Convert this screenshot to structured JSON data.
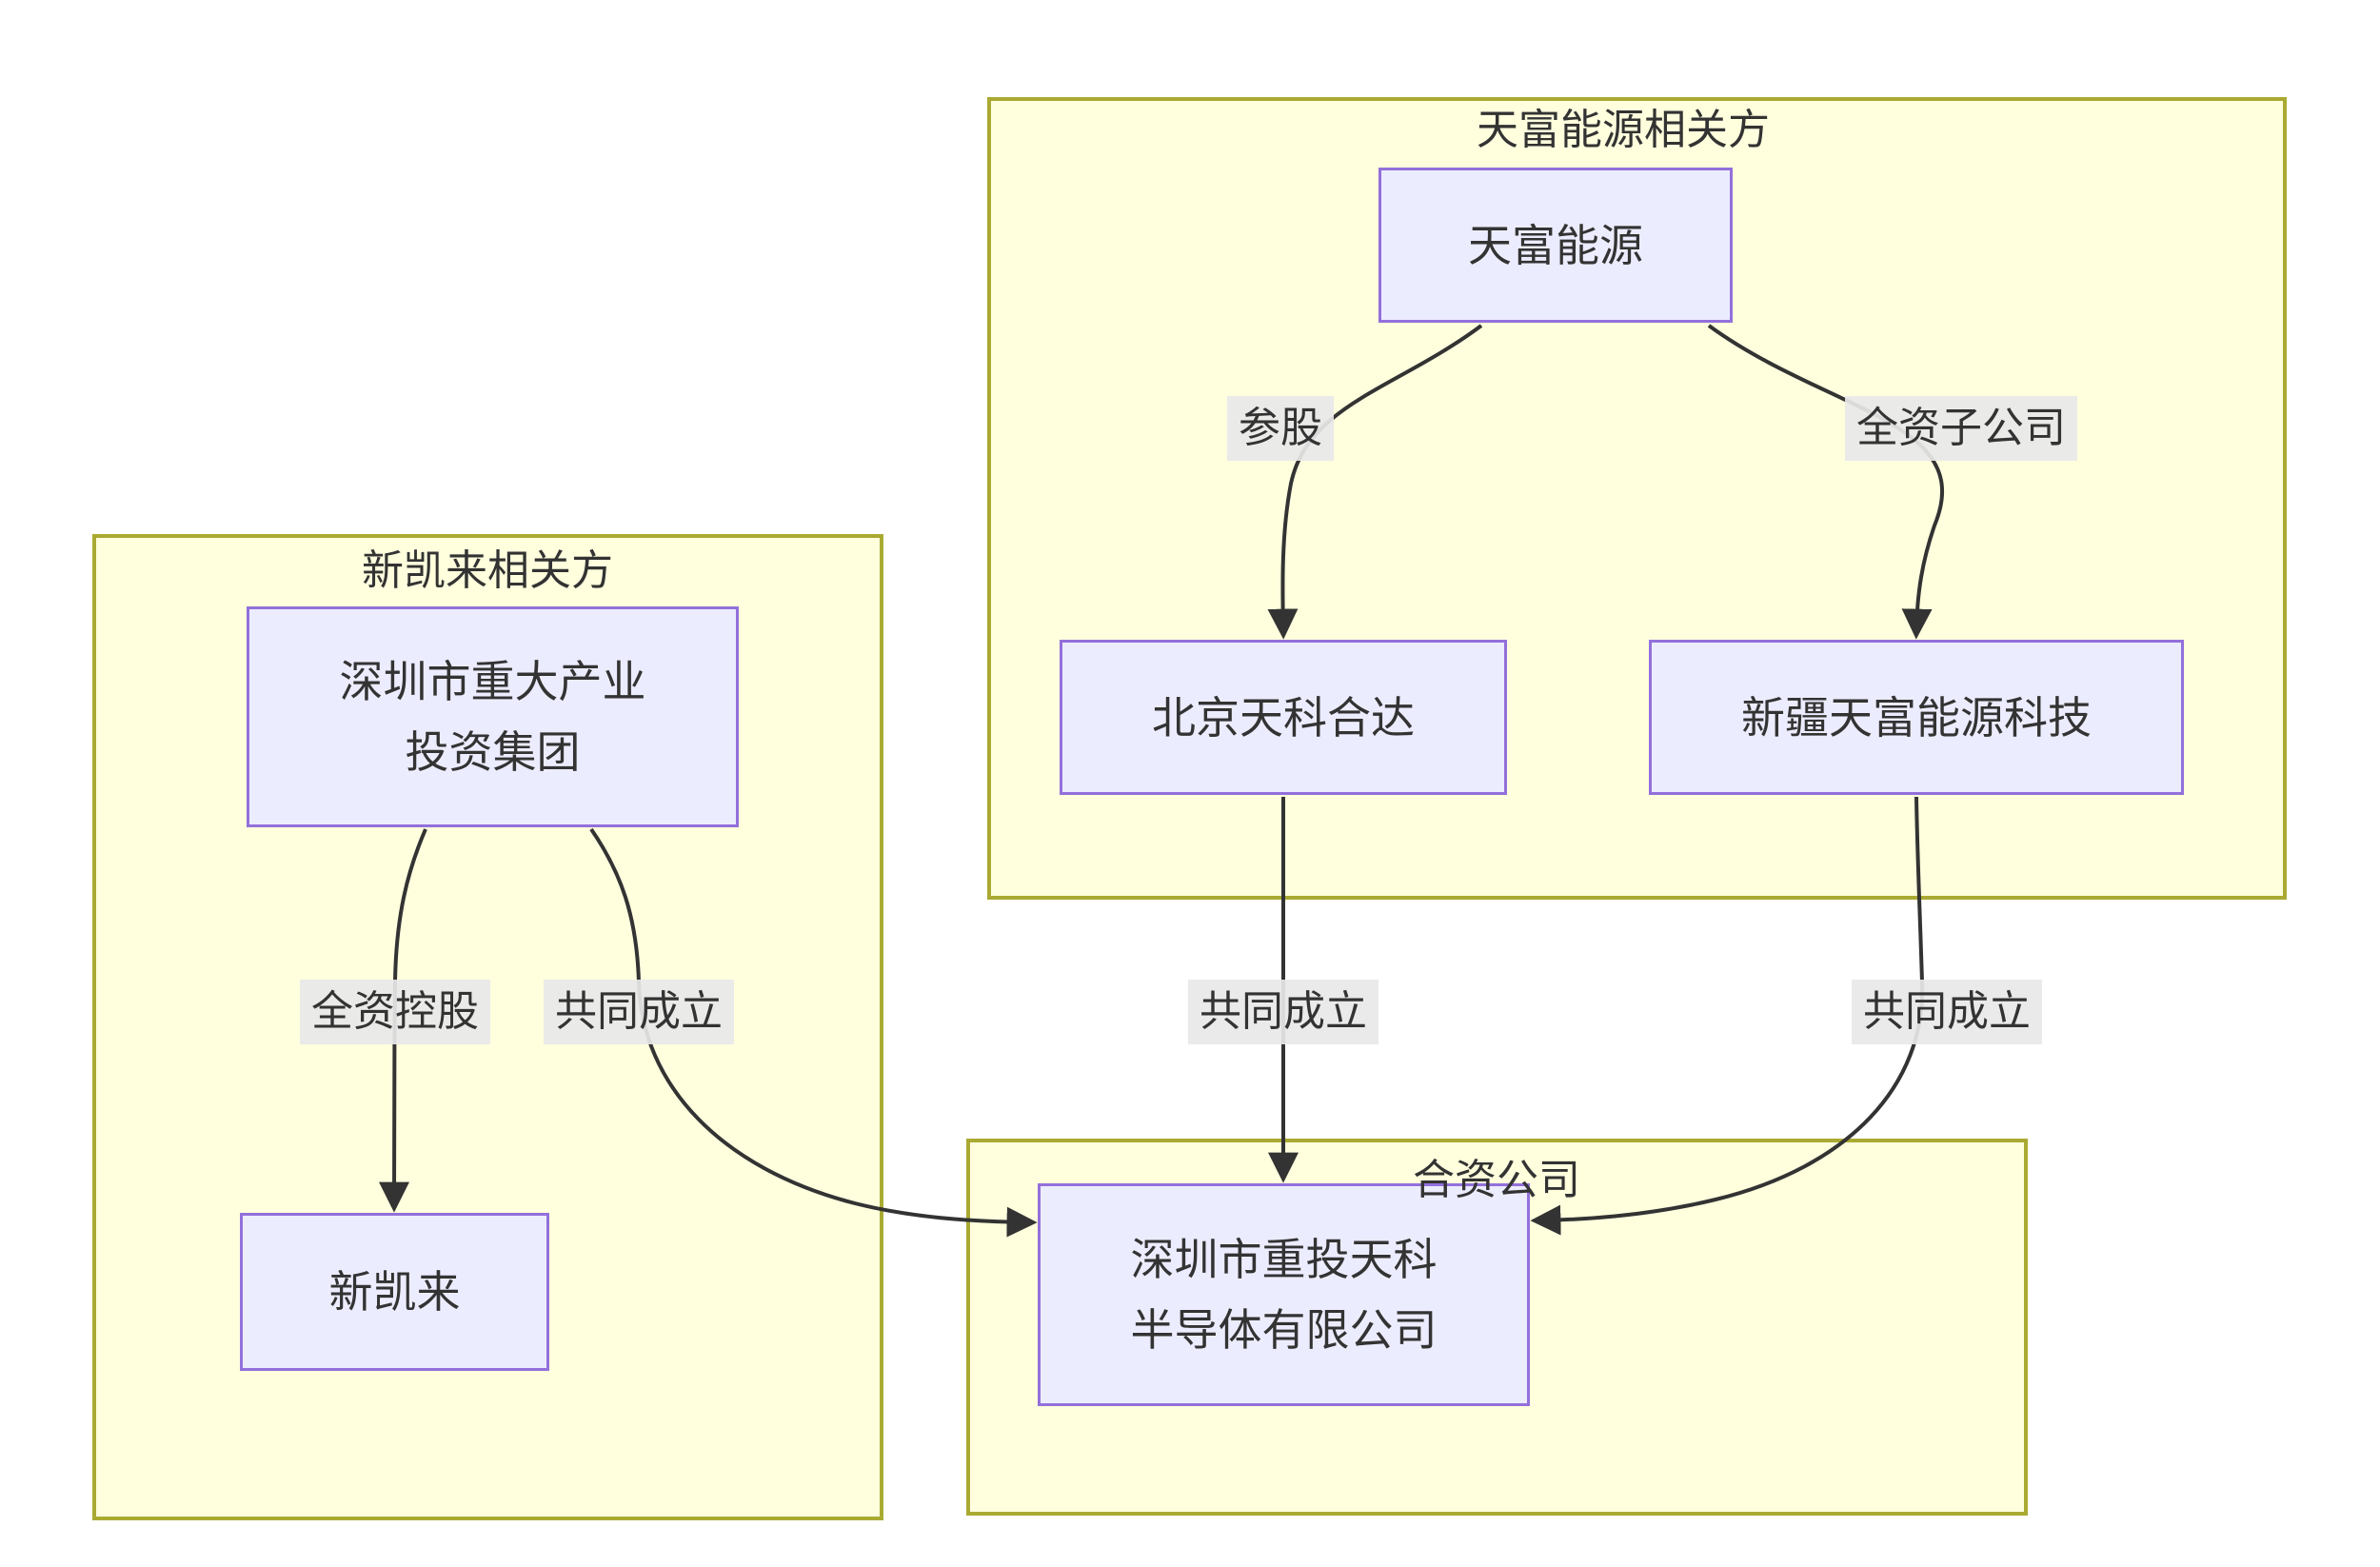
{
  "diagram_type": "flowchart-company-relationships",
  "colors": {
    "cluster_fill": "#ffffde",
    "cluster_border": "#aaaa33",
    "node_fill": "#ececff",
    "node_border": "#9370db",
    "edge_color": "#333333",
    "edge_label_bg": "#e8e8e8",
    "text_color": "#333333",
    "page_bg": "#ffffff"
  },
  "clusters": {
    "tianfu_related": {
      "title": "天富能源相关方"
    },
    "xinkailai_related": {
      "title": "新凯来相关方"
    },
    "joint_venture": {
      "title": "合资公司"
    }
  },
  "nodes": {
    "tianfu": {
      "label": "天富能源"
    },
    "beijing_tankeheda": {
      "label": "北京天科合达"
    },
    "xinjiang_tianfu_tech": {
      "label": "新疆天富能源科技"
    },
    "shenzhen_major_industry_group": {
      "lines": [
        "深圳市重大产业",
        "投资集团"
      ]
    },
    "xinkailai": {
      "label": "新凯来"
    },
    "jv_semiconductor": {
      "lines": [
        "深圳市重投天科",
        "半导体有限公司"
      ]
    }
  },
  "edges": [
    {
      "from": "tianfu",
      "to": "beijing_tankeheda",
      "label": "参股"
    },
    {
      "from": "tianfu",
      "to": "xinjiang_tianfu_tech",
      "label": "全资子公司"
    },
    {
      "from": "shenzhen_major_industry_group",
      "to": "xinkailai",
      "label": "全资控股"
    },
    {
      "from": "shenzhen_major_industry_group",
      "to": "jv_semiconductor",
      "label": "共同成立"
    },
    {
      "from": "beijing_tankeheda",
      "to": "jv_semiconductor",
      "label": "共同成立"
    },
    {
      "from": "xinjiang_tianfu_tech",
      "to": "jv_semiconductor",
      "label": "共同成立"
    }
  ]
}
